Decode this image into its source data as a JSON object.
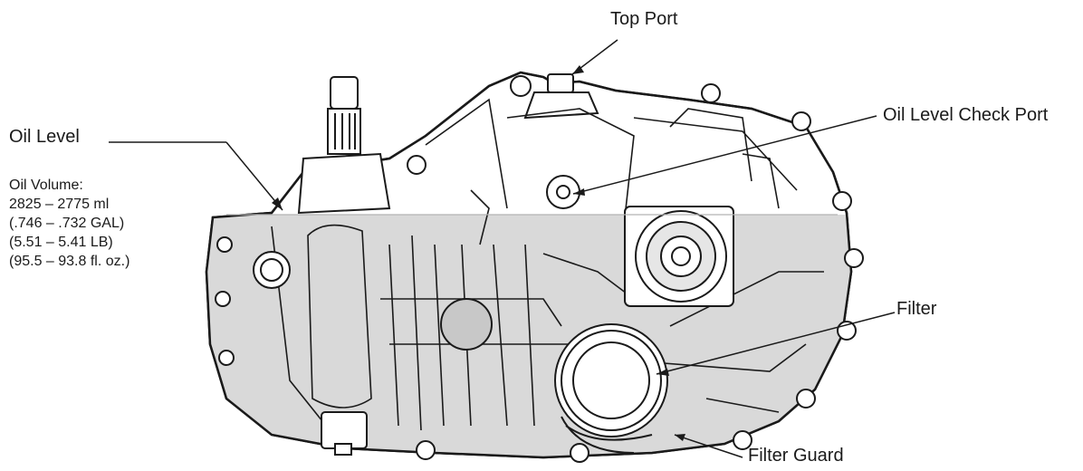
{
  "labels": {
    "top_port": "Top Port",
    "oil_level": "Oil Level",
    "oil_level_check_port": "Oil Level Check Port",
    "filter": "Filter",
    "filter_guard": "Filter Guard"
  },
  "oil_volume": {
    "title": "Oil Volume:",
    "ml": "2825 – 2775 ml",
    "gal": "(.746 – .732 GAL)",
    "lb": "(5.51 – 5.41 LB)",
    "floz": "(95.5 – 93.8 fl. oz.)"
  },
  "colors": {
    "outline": "#1a1a1a",
    "oil_fill": "#d9d9d9",
    "housing": "#ffffff"
  }
}
